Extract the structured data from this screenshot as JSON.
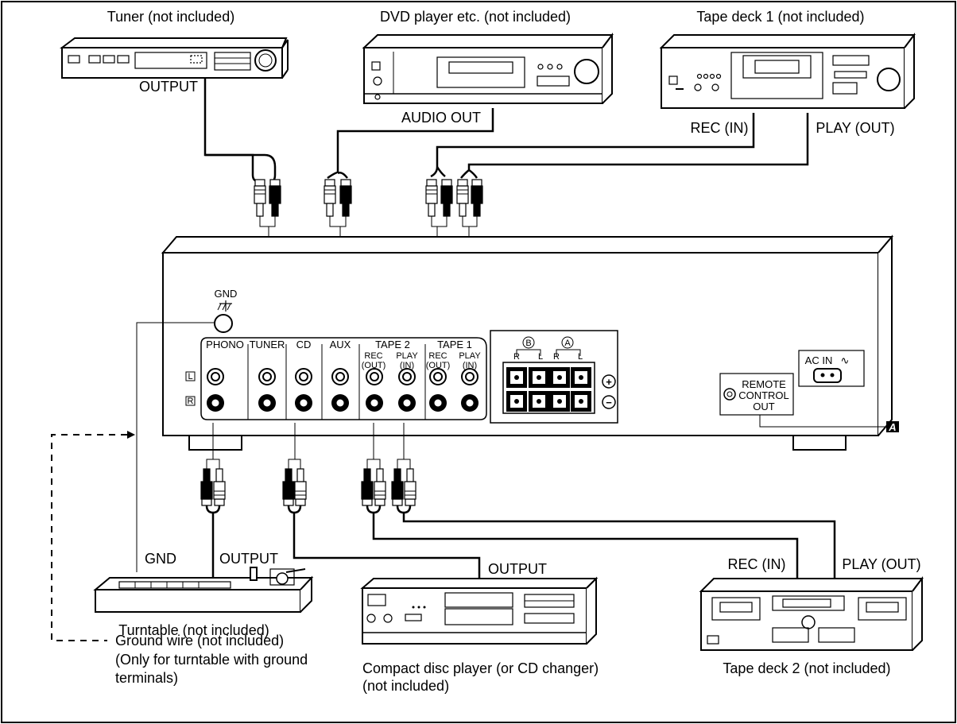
{
  "devices": {
    "tuner": {
      "name": "Tuner (not included)",
      "port": "OUTPUT"
    },
    "dvd": {
      "name": "DVD player etc. (not included)",
      "port": "AUDIO OUT"
    },
    "tape1": {
      "name": "Tape deck 1 (not included)",
      "port_rec": "REC (IN)",
      "port_play": "PLAY (OUT)"
    },
    "turntable": {
      "name": "Turntable (not included)",
      "port_gnd": "GND",
      "port_out": "OUTPUT"
    },
    "cd": {
      "name_line1": "Compact disc player (or CD changer)",
      "name_line2": "(not included)",
      "port": "OUTPUT"
    },
    "tape2": {
      "name": "Tape deck 2 (not included)",
      "port_rec": "REC (IN)",
      "port_play": "PLAY (OUT)"
    }
  },
  "ground_wire": {
    "line1": "Ground wire (not included)",
    "line2": "(Only for turntable with ground",
    "line3": "terminals)"
  },
  "amplifier": {
    "gnd": "GND",
    "inputs": {
      "phono": "PHONO",
      "tuner": "TUNER",
      "cd": "CD",
      "aux": "AUX",
      "tape2": "TAPE 2",
      "tape1": "TAPE 1"
    },
    "rec": "REC",
    "out_paren": "(OUT)",
    "play": "PLAY",
    "in_paren": "(IN)",
    "channel_l": "L",
    "channel_r": "R",
    "speaker_a": "A",
    "speaker_b": "B",
    "plus": "+",
    "minus": "−",
    "remote_line1": "REMOTE",
    "remote_line2": "CONTROL",
    "remote_line3": "OUT",
    "ac_in": "AC IN",
    "ac_symbol": "∿",
    "callout": "A"
  }
}
